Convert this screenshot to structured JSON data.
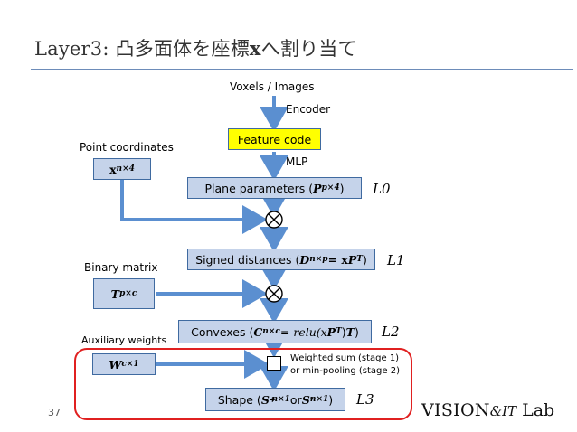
{
  "title": "Layer3: 凸多面体を座標",
  "title_var": "x",
  "title_suffix": "へ割り当て",
  "inputs": "Voxels / Images",
  "encoder": "Encoder",
  "feature_code": "Feature code",
  "mlp": "MLP",
  "point_coords_label": "Point coordinates",
  "point_coords_symbol": "x",
  "point_coords_sub": "n×4",
  "plane_params": {
    "text": "Plane parameters (",
    "symbol": "P",
    "sub": "p×4",
    "close": ")"
  },
  "level0": "L0",
  "signed_distances": {
    "text": "Signed distances (",
    "symbol": "D",
    "sub": "n×p",
    "eq": " = x",
    "sym2": "P",
    "sup": "T",
    "close": ")"
  },
  "level1": "L1",
  "binary_matrix_label": "Binary matrix",
  "binary_matrix_symbol": "T",
  "binary_matrix_sub": "p×c",
  "convexes": {
    "text": "Convexes (",
    "symbol": "C",
    "sub": "n×c",
    "eq": " = relu(x",
    "sym2": "P",
    "sup": "T",
    "mid": ")",
    "sym3": "T",
    "close": " )"
  },
  "level2": "L2",
  "aux_weights_label": "Auxiliary weights",
  "aux_weights_symbol": "W",
  "aux_weights_sub": "c×1",
  "weighted_sum_note": [
    "Weighted sum (stage 1)",
    "or min-pooling (stage 2)"
  ],
  "shape": {
    "text": "Shape (",
    "symbol": "S",
    "sup1": "+",
    "sub": "n×1",
    "or": " or ",
    "sym2": "S",
    "sup2": "*",
    "sub2": "n×1",
    "close": ")"
  },
  "level3": "L3",
  "page_number": "37",
  "logo": {
    "main": "VISION",
    "amp": "&IT",
    "lab": " Lab"
  },
  "colors": {
    "arrow": "#5b8fd0",
    "box_fill": "#c5d3ea",
    "box_border": "#3f6aa0",
    "feature_fill": "#ffff00",
    "frame": "#e02020",
    "title_rule": "#6d8cb9"
  }
}
